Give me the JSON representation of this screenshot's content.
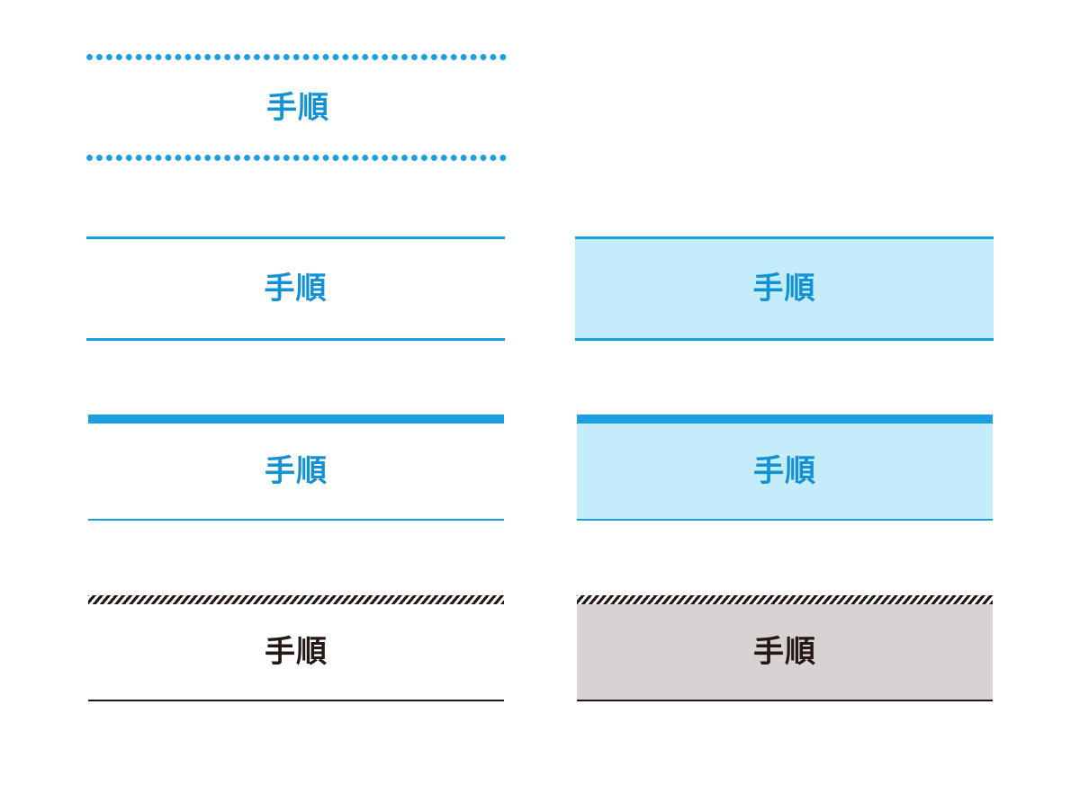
{
  "headings": [
    {
      "id": "dotted",
      "label": "手順"
    },
    {
      "id": "thin-lines",
      "label": "手順"
    },
    {
      "id": "thin-lines-filled",
      "label": "手順"
    },
    {
      "id": "thick-top",
      "label": "手順"
    },
    {
      "id": "thick-top-filled",
      "label": "手順"
    },
    {
      "id": "striped-top",
      "label": "手順"
    },
    {
      "id": "striped-top-filled",
      "label": "手順"
    }
  ],
  "colors": {
    "accent_blue": "#1aa0e2",
    "text_blue": "#1192d6",
    "fill_light_blue": "#c4ecfa",
    "text_dark": "#231815",
    "fill_gray": "#d6d3d2"
  }
}
